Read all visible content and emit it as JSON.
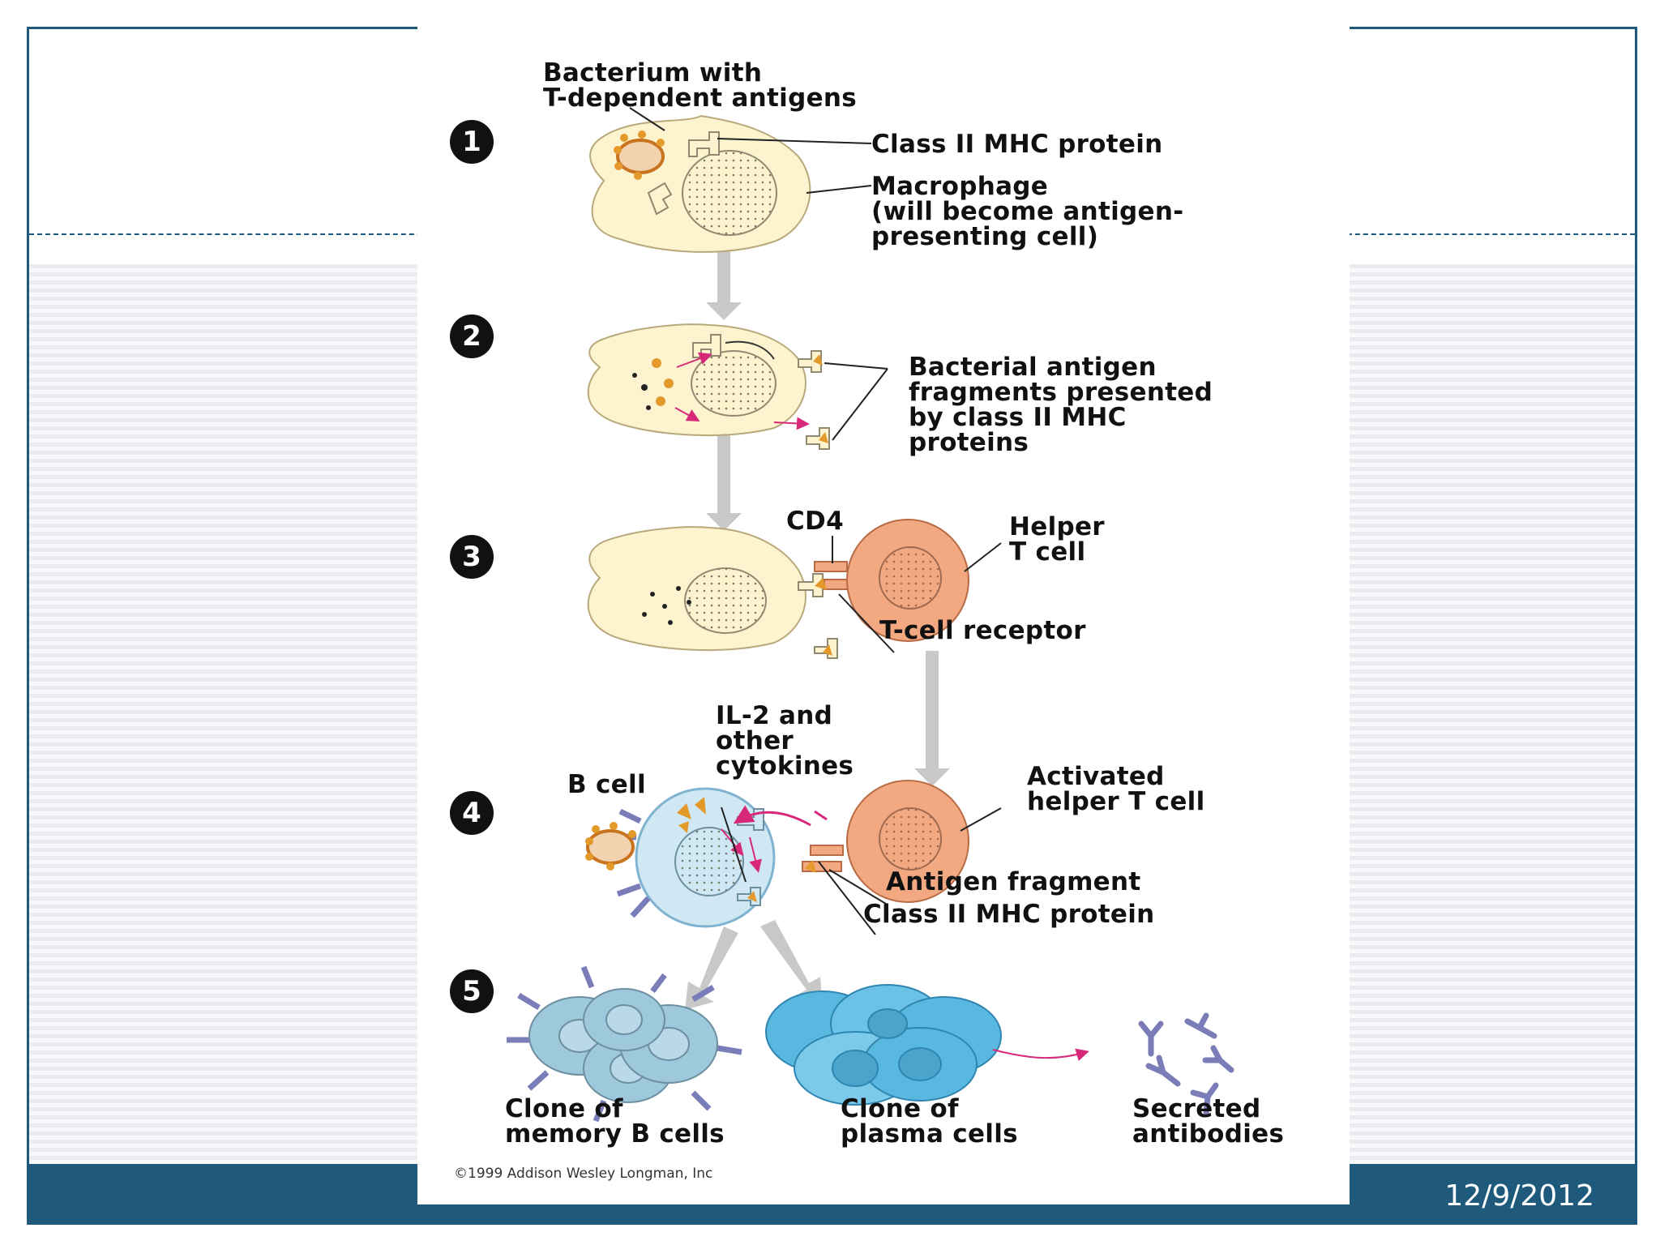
{
  "footer": {
    "date": "12/9/2012"
  },
  "figure": {
    "steps": [
      "1",
      "2",
      "3",
      "4",
      "5"
    ],
    "labels": {
      "bacterium": "Bacterium with\nT-dependent antigens",
      "mhc1": "Class II MHC protein",
      "macrophage": "Macrophage\n(will become antigen-\npresenting cell)",
      "fragments": "Bacterial antigen\nfragments presented\nby class II MHC\nproteins",
      "cd4": "CD4",
      "helper": "Helper\nT cell",
      "tcr": "T-cell receptor",
      "il2": "IL-2 and\nother\ncytokines",
      "bcell": "B cell",
      "activated": "Activated\nhelper T cell",
      "antigen_fragment": "Antigen fragment",
      "mhc2": "Class II MHC protein",
      "memory": "Clone of\nmemory B cells",
      "plasma": "Clone of\nplasma cells",
      "secreted": "Secreted\nantibodies"
    },
    "copyright": "©1999 Addison Wesley Longman, Inc"
  },
  "colors": {
    "frame": "#1f5a7c",
    "macrophage": "#fdf3cf",
    "tcell": "#f2a880",
    "bcell": "#cfe8f4",
    "memory": "#9ec8dc",
    "plasma": "#59b8e0",
    "antigen": "#e39a2b",
    "antibody": "#7a7db8",
    "cytokine_arrow": "#d8287a"
  }
}
